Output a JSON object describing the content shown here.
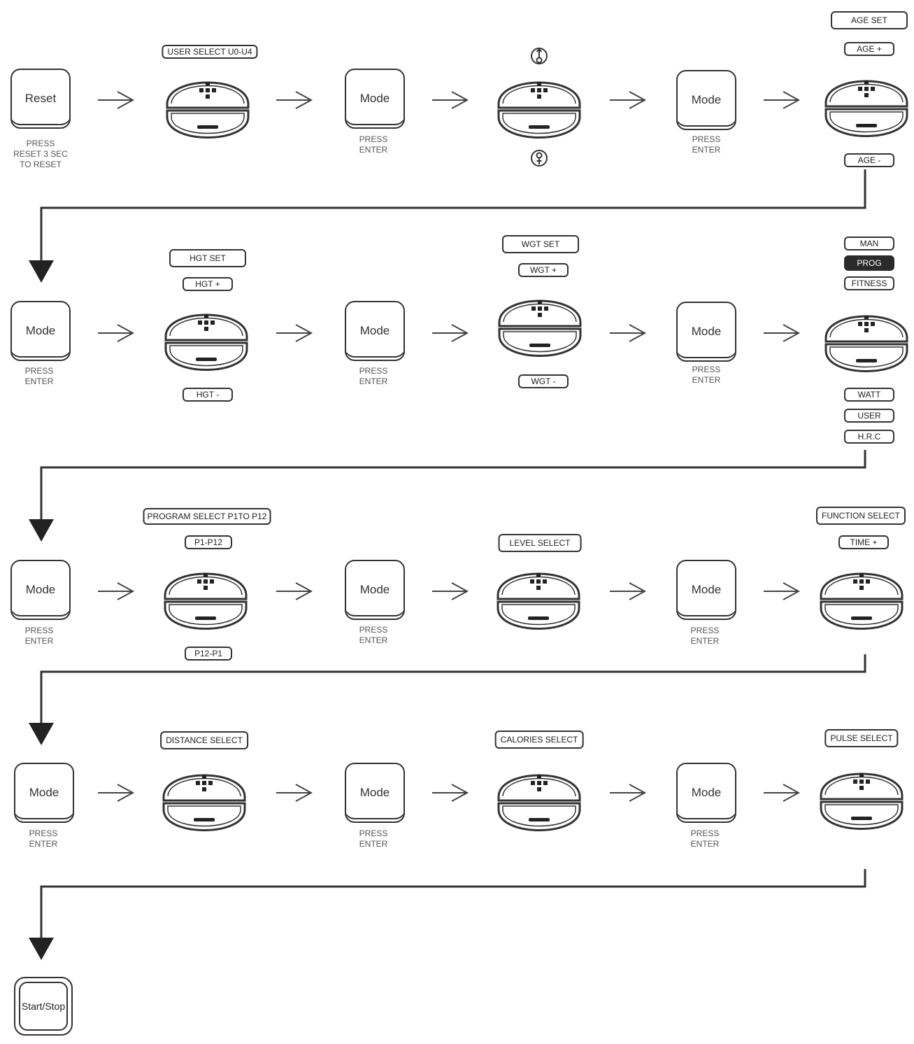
{
  "reset": {
    "label": "Reset",
    "caption": [
      "PRESS",
      "RESET 3 SEC",
      "TO RESET"
    ]
  },
  "mode_label": "Mode",
  "press_enter": [
    "PRESS",
    "ENTER"
  ],
  "start_stop": "Start/Stop",
  "user_select": "USER SELECT U0-U4",
  "age": {
    "set": "AGE SET",
    "plus": "AGE +",
    "minus": "AGE -"
  },
  "hgt": {
    "set": "HGT SET",
    "plus": "HGT +",
    "minus": "HGT -"
  },
  "wgt": {
    "set": "WGT SET",
    "plus": "WGT +",
    "minus": "WGT -"
  },
  "programs_top": [
    "MAN",
    "PROG",
    "FITNESS"
  ],
  "programs_bottom": [
    "WATT",
    "USER",
    "H.R.C"
  ],
  "program_select": "PROGRAM SELECT P1TO P12",
  "p_plus": "P1-P12",
  "p_minus": "P12-P1",
  "level_select": "LEVEL SELECT",
  "function_select": "FUNCTION SELECT",
  "time_plus": "TIME +",
  "distance_select": "DISTANCE SELECT",
  "calories_select": "CALORIES SELECT",
  "pulse_select": "PULSE SELECT",
  "gender_icons": [
    "male-symbol-icon",
    "female-symbol-icon"
  ]
}
